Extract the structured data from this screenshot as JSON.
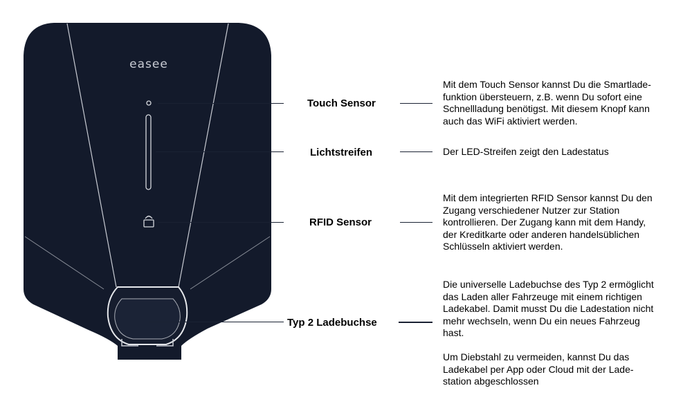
{
  "brand": "easee",
  "callouts": [
    {
      "label": "Touch Sensor",
      "description_lines": [
        "Mit dem Touch Sensor kannst Du die Smartlade-",
        "funktion übersteuern, z.B. wenn Du sofort eine",
        "Schnellladung benötigst. Mit diesem Knopf kann",
        "auch das WiFi aktiviert werden."
      ]
    },
    {
      "label": "Lichtstreifen",
      "description_lines": [
        "Der LED-Streifen zeigt den Ladestatus"
      ]
    },
    {
      "label": "RFID Sensor",
      "description_lines": [
        "Mit dem integrierten RFID Sensor kannst Du den",
        "Zugang verschiedener Nutzer zur Station",
        "kontrollieren. Der Zugang kann mit dem Handy,",
        "der Kreditkarte oder anderen handelsüblichen",
        "Schlüsseln aktiviert werden."
      ]
    },
    {
      "label": "Typ 2 Ladebuchse",
      "description_lines": [
        "Die universelle Ladebuchse des Typ 2 ermöglicht",
        "das Laden aller Fahrzeuge mit einem richtigen",
        "Ladekabel. Damit musst Du die Ladestation nicht",
        "mehr wechseln, wenn Du ein neues Fahrzeug",
        "hast."
      ],
      "note_lines": [
        "Um Diebstahl zu vermeiden, kannst Du das",
        "Ladekabel per App oder Cloud mit der Lade-",
        "station abgeschlossen"
      ]
    }
  ]
}
